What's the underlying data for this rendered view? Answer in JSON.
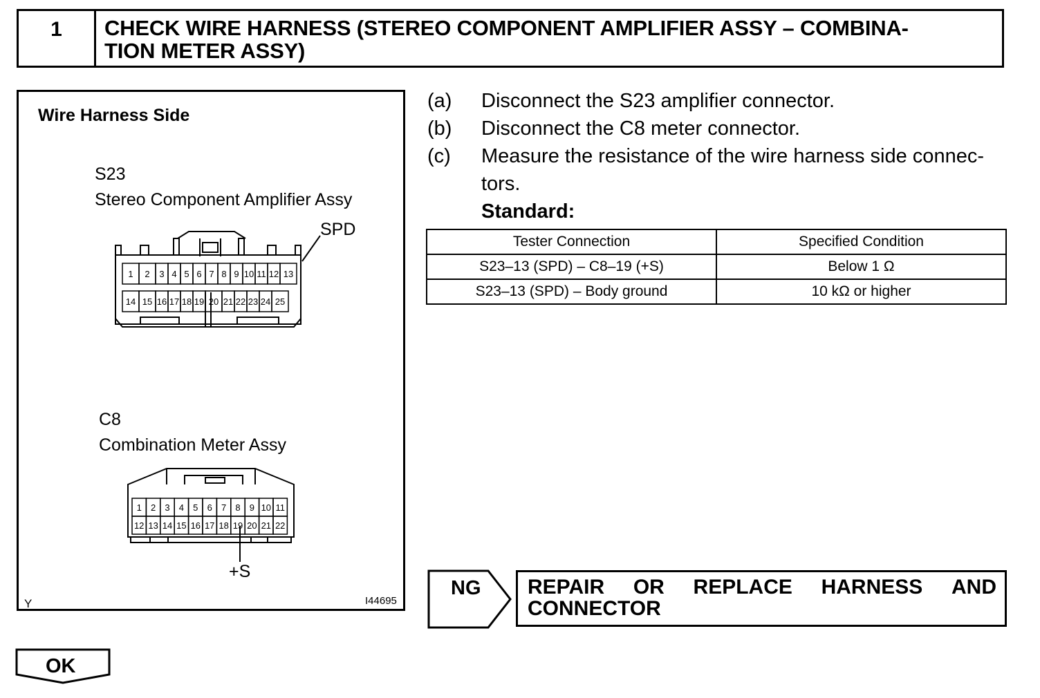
{
  "step": {
    "number": "1",
    "title_line1": "CHECK WIRE HARNESS (STEREO COMPONENT AMPLIFIER ASSY – COMBINA-",
    "title_line2": "TION METER ASSY)"
  },
  "illustration": {
    "heading": "Wire Harness Side",
    "connector1": {
      "code": "S23",
      "name": "Stereo Component Amplifier Assy",
      "terminal_label": "SPD",
      "row1": [
        "1",
        "2",
        "3",
        "4",
        "5",
        "6",
        "7",
        "8",
        "9",
        "10",
        "11",
        "12",
        "13"
      ],
      "row2": [
        "14",
        "15",
        "16",
        "17",
        "18",
        "19",
        "20",
        "21",
        "22",
        "23",
        "24",
        "25"
      ]
    },
    "connector2": {
      "code": "C8",
      "name": "Combination Meter Assy",
      "terminal_label": "+S",
      "row1": [
        "1",
        "2",
        "3",
        "4",
        "5",
        "6",
        "7",
        "8",
        "9",
        "10",
        "11"
      ],
      "row2": [
        "12",
        "13",
        "14",
        "15",
        "16",
        "17",
        "18",
        "19",
        "20",
        "21",
        "22"
      ]
    },
    "corner_left": "Y",
    "figure_id": "I44695"
  },
  "instructions": [
    {
      "label": "(a)",
      "text": "Disconnect the S23 amplifier connector."
    },
    {
      "label": "(b)",
      "text": "Disconnect the C8 meter connector."
    },
    {
      "label": "(c)",
      "text": "Measure the resistance of the wire harness side connec-",
      "text2": "tors."
    }
  ],
  "standard_label": "Standard:",
  "table": {
    "headers": [
      "Tester Connection",
      "Specified Condition"
    ],
    "rows": [
      [
        "S23–13 (SPD) – C8–19 (+S)",
        "Below 1 Ω"
      ],
      [
        "S23–13 (SPD) – Body ground",
        "10 kΩ or higher"
      ]
    ]
  },
  "ng": {
    "label": "NG",
    "action_words": [
      "REPAIR",
      "OR",
      "REPLACE",
      "HARNESS",
      "AND"
    ],
    "action_line2": "CONNECTOR"
  },
  "ok": {
    "label": "OK"
  }
}
